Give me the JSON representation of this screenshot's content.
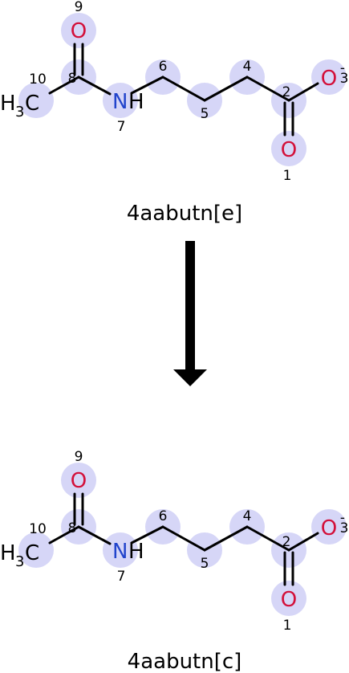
{
  "colors": {
    "highlight": "#d6d6f7",
    "bond": "#000000",
    "oxygen": "#d3103a",
    "nitrogen": "#2244cc",
    "carbon": "#000000",
    "arrow": "#000000"
  },
  "molecules": [
    {
      "name": "4aabutn[e]",
      "atoms": {
        "a1": {
          "symbol": "O",
          "number": "1"
        },
        "a2": {
          "number": "2"
        },
        "a3": {
          "symbol": "O",
          "number": "3",
          "charge": "-"
        },
        "a4": {
          "number": "4"
        },
        "a5": {
          "number": "5"
        },
        "a6": {
          "number": "6"
        },
        "a7": {
          "symbol": "N",
          "h": "H",
          "number": "7"
        },
        "a8": {
          "number": "8"
        },
        "a9": {
          "symbol": "O",
          "number": "9"
        },
        "a10": {
          "symbol": "C",
          "h": "H",
          "h_sub": "3",
          "number": "10"
        }
      }
    },
    {
      "name": "4aabutn[c]",
      "atoms": {
        "a1": {
          "symbol": "O",
          "number": "1"
        },
        "a2": {
          "number": "2"
        },
        "a3": {
          "symbol": "O",
          "number": "3",
          "charge": "-"
        },
        "a4": {
          "number": "4"
        },
        "a5": {
          "number": "5"
        },
        "a6": {
          "number": "6"
        },
        "a7": {
          "symbol": "N",
          "h": "H",
          "number": "7"
        },
        "a8": {
          "number": "8"
        },
        "a9": {
          "symbol": "O",
          "number": "9"
        },
        "a10": {
          "symbol": "C",
          "h": "H",
          "h_sub": "3",
          "number": "10"
        }
      }
    }
  ]
}
